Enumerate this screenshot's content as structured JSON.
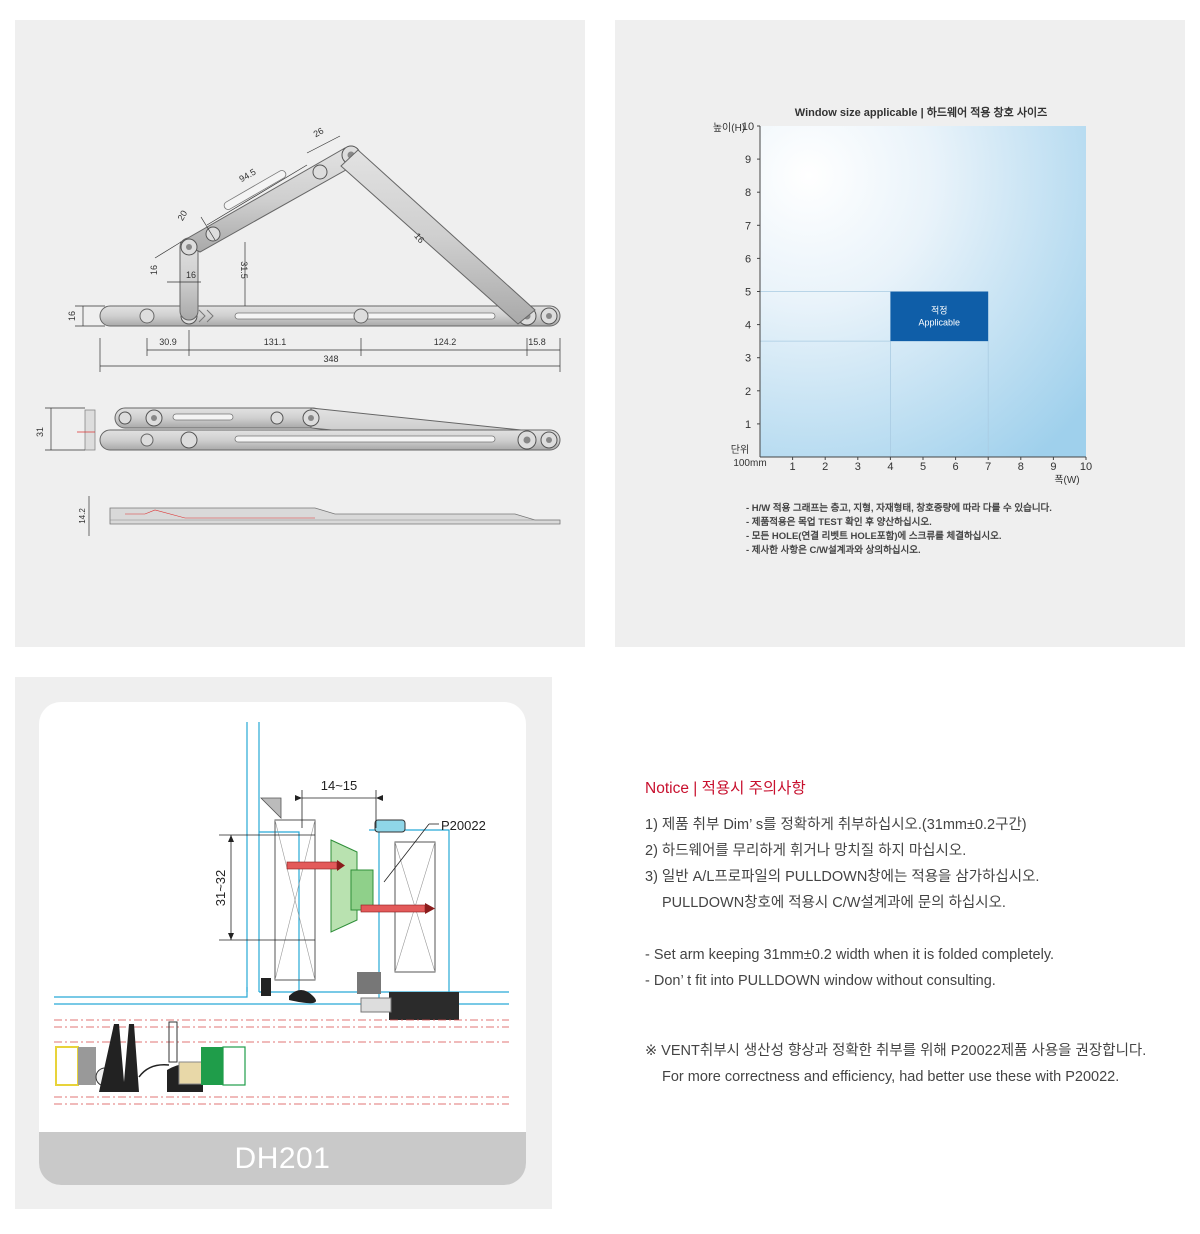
{
  "drawing": {
    "dims": {
      "d26": "26",
      "d94_5": "94.5",
      "d20": "20",
      "d16_a": "16",
      "d16_b": "16",
      "d31_5": "31.5",
      "d16_c": "16",
      "d16_h": "16",
      "d30_9": "30.9",
      "d131_1": "131.1",
      "d124_2": "124.2",
      "d15_8": "15.8",
      "d348": "348",
      "d31": "31",
      "d14_2": "14.2"
    }
  },
  "chart": {
    "title": "Window size applicable | 하드웨어 적용 창호 사이즈",
    "ylabel": "높이(H)",
    "xlabel": "폭(W)",
    "unit_label_1": "단위",
    "unit_label_2": "100mm",
    "applicable_label_1": "적정",
    "applicable_label_2": "Applicable",
    "accent_color": "#0f5ea8",
    "notes": [
      "- H/W 적용 그래프는 층고, 지형, 자재형태, 창호중량에 따라 다를 수 있습니다.",
      "- 제품적용은 목업 TEST 확인 후 양산하십시오.",
      "- 모든 HOLE(연결 리벳트 HOLE포함)에 스크류를 체결하십시오.",
      "- 제사한 사항은 C/W설계과와 상의하십시오."
    ]
  },
  "chart_data": {
    "type": "area",
    "title": "Window size applicable | 하드웨어 적용 창호 사이즈",
    "xlabel": "폭(W)",
    "ylabel": "높이(H)",
    "x_ticks": [
      1,
      2,
      3,
      4,
      5,
      6,
      7,
      8,
      9,
      10
    ],
    "y_ticks": [
      1,
      2,
      3,
      4,
      5,
      6,
      7,
      8,
      9,
      10
    ],
    "xlim": [
      0,
      10
    ],
    "ylim": [
      0,
      10
    ],
    "applicable_region": {
      "x": [
        4,
        7
      ],
      "y": [
        3.5,
        5
      ]
    },
    "reference_lines": {
      "x": [
        4,
        7
      ],
      "y": [
        3.5,
        5
      ]
    },
    "grid": false
  },
  "section": {
    "dim_14_15": "14~15",
    "dim_31_32": "31~32",
    "part_label": "P20022",
    "product_name": "DH201"
  },
  "notice": {
    "title": "Notice | 적용시 주의사항",
    "items": [
      "1) 제품 취부 Dim’ s를 정확하게 취부하십시오.(31mm±0.2구간)",
      "2) 하드웨어를 무리하게 휘거나 망치질 하지 마십시오.",
      "3) 일반 A/L프로파일의 PULLDOWN창에는 적용을 삼가하십시오.",
      "PULLDOWN창호에 적용시 C/W설계과에 문의 하십시오."
    ],
    "english": [
      "-  Set arm keeping 31mm±0.2 width when it is folded completely.",
      "- Don’ t fit into PULLDOWN window without consulting."
    ],
    "recommend": "※ VENT취부시 생산성 향상과 정확한 취부를 위해 P20022제품 사용을 권장합니다.",
    "recommend_en": "For more correctness and efficiency, had better use these with P20022."
  }
}
